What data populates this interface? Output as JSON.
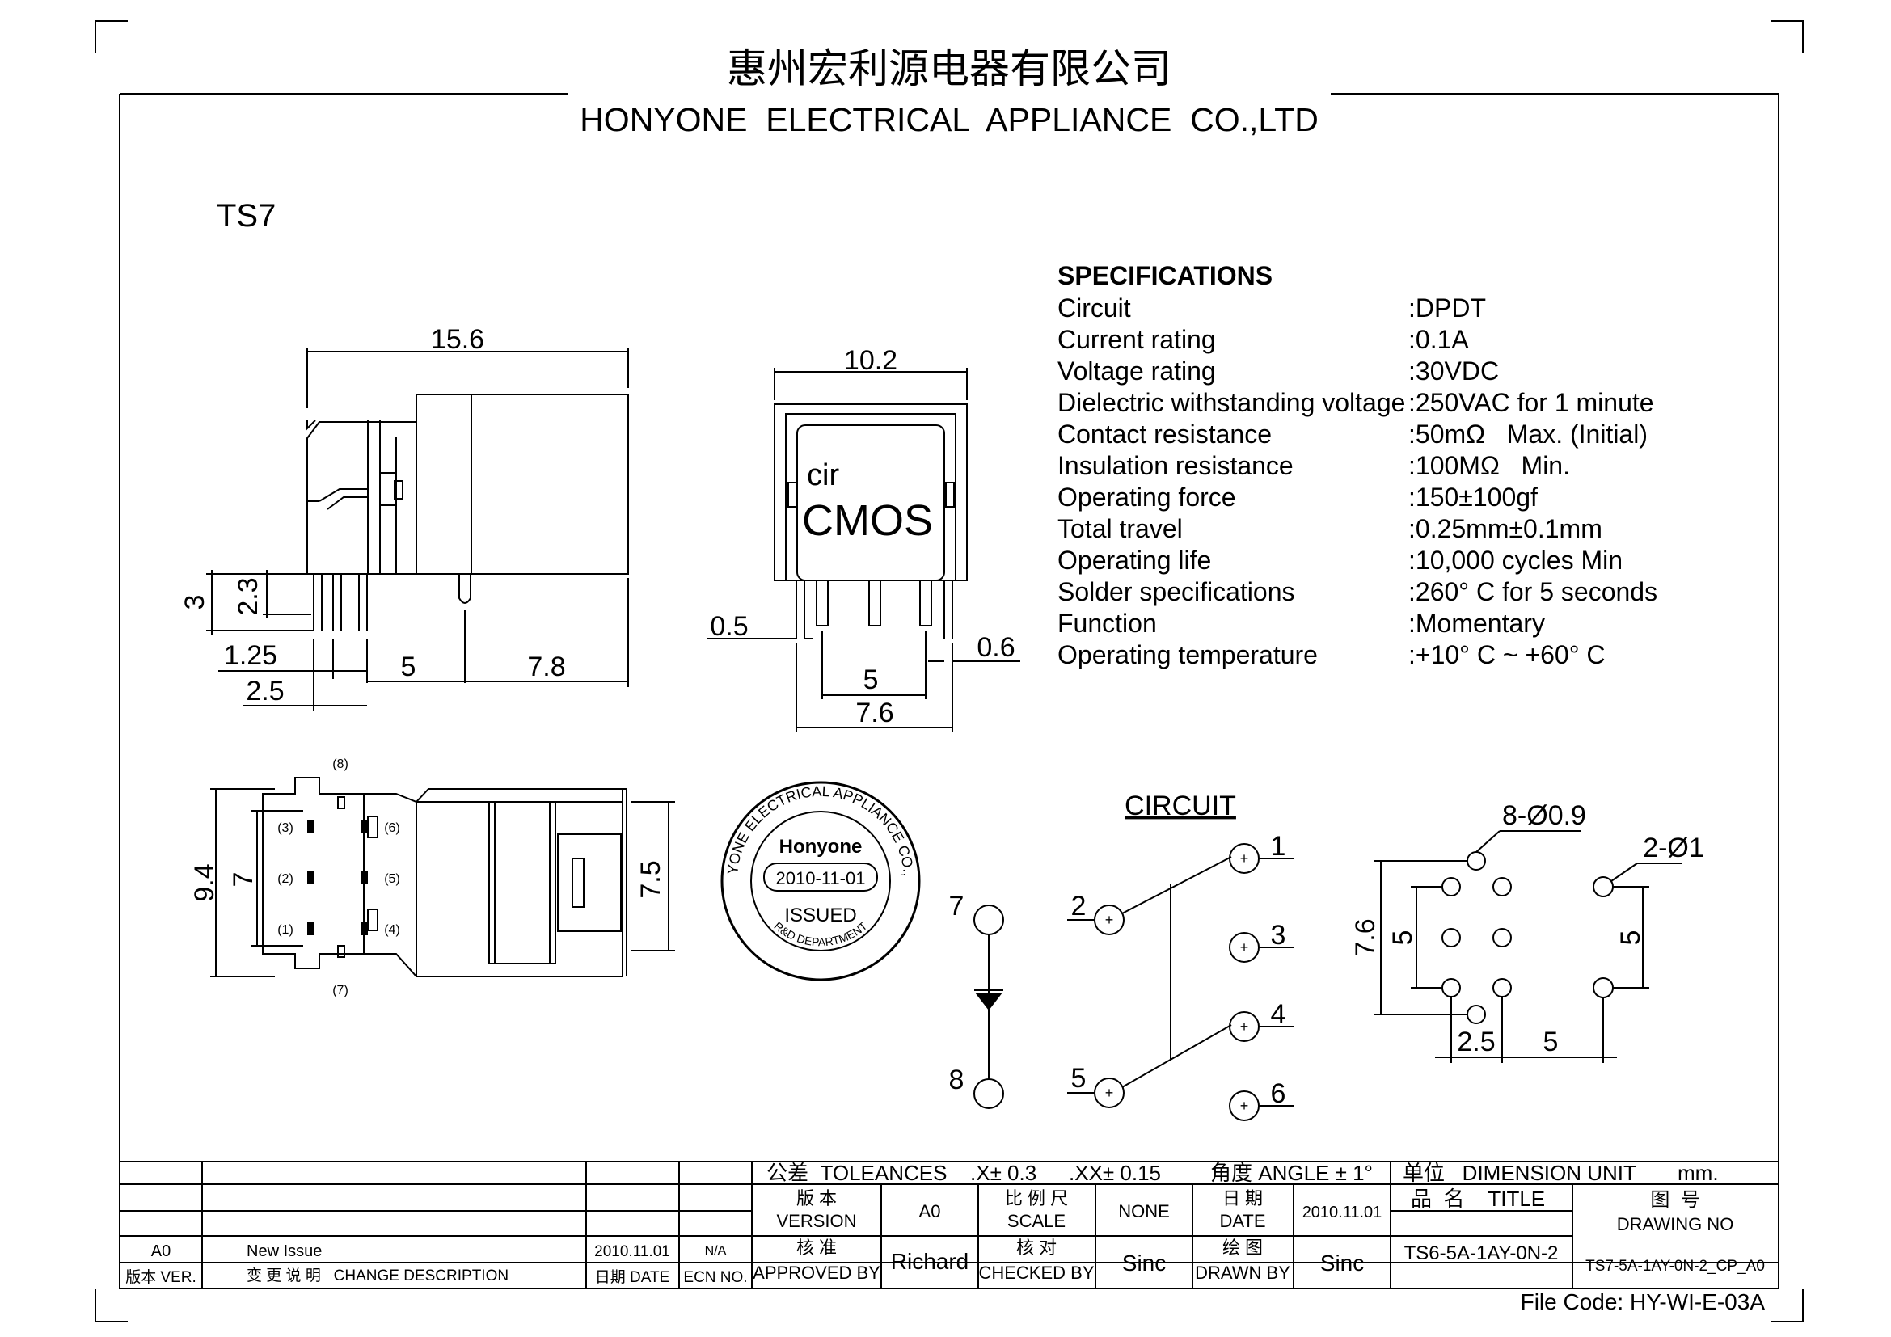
{
  "header": {
    "company_cn": "惠州宏利源电器有限公司",
    "company_en": "HONYONE  ELECTRICAL  APPLIANCE  CO.,LTD"
  },
  "model": "TS7",
  "specs": {
    "title": "SPECIFICATIONS",
    "rows": [
      {
        "label": "Circuit",
        "value": ":DPDT"
      },
      {
        "label": "Current rating",
        "value": ":0.1A"
      },
      {
        "label": "Voltage rating",
        "value": ":30VDC"
      },
      {
        "label": "Dielectric withstanding voltage",
        "value": ":250VAC for 1 minute"
      },
      {
        "label": "Contact resistance",
        "value": ":50mΩ   Max. (Initial)"
      },
      {
        "label": "Insulation resistance",
        "value": ":100MΩ   Min."
      },
      {
        "label": "Operating force",
        "value": ":150±100gf"
      },
      {
        "label": "Total travel",
        "value": ":0.25mm±0.1mm"
      },
      {
        "label": "Operating life",
        "value": ":10,000 cycles Min"
      },
      {
        "label": "Solder specifications",
        "value": ":260° C for 5 seconds"
      },
      {
        "label": "Function",
        "value": ":Momentary"
      },
      {
        "label": "Operating temperature",
        "value": ":+10° C ~ +60° C"
      }
    ]
  },
  "side_view": {
    "dim_length": "15.6",
    "dim_h1": "3",
    "dim_h2": "2.3",
    "dim_a": "1.25",
    "dim_b": "2.5",
    "dim_c": "5",
    "dim_d": "7.8"
  },
  "front_view": {
    "dim_width": "10.2",
    "cap_line1": "cir",
    "cap_line2": "CMOS",
    "dim_pin_w": "0.5",
    "dim_pin_w2": "0.6",
    "dim_pitch": "5",
    "dim_span": "7.6"
  },
  "top_view": {
    "dim_outer": "9.4",
    "dim_inner": "7",
    "dim_right": "7.5",
    "pins": [
      "(8)",
      "(3)",
      "(2)",
      "(1)",
      "(6)",
      "(5)",
      "(4)",
      "(7)"
    ]
  },
  "stamp": {
    "ring_text": "HONYONE ELECTRICAL APPLIANCE CO., LTD",
    "bottom_text": "R&D DEPARTMENT",
    "name": "Honyone",
    "date": "2010-11-01",
    "status": "ISSUED"
  },
  "circuit": {
    "title": "CIRCUIT",
    "labels": [
      "1",
      "2",
      "3",
      "4",
      "5",
      "6",
      "7",
      "8"
    ],
    "plus": "+"
  },
  "pcb": {
    "holes_small": "8-Ø0.9",
    "holes_large": "2-Ø1",
    "dim_v_outer": "7.6",
    "dim_v_left": "5",
    "dim_v_right": "5",
    "dim_h_a": "2.5",
    "dim_h_b": "5"
  },
  "title_block": {
    "tolerance_label": "公差  TOLEANCES",
    "tol_x": ".X± 0.3",
    "tol_xx": ".XX± 0.15",
    "angle": "角度 ANGLE ± 1°",
    "unit_label": "单位   DIMENSION UNIT",
    "unit_value": "mm.",
    "version_cn": "版 本",
    "version_en": "VERSION",
    "version_value": "A0",
    "scale_cn": "比 例 尺",
    "scale_en": "SCALE",
    "scale_value": "NONE",
    "date_cn": "日 期",
    "date_en": "DATE",
    "date_value": "2010.11.01",
    "title_label": "品  名    TITLE",
    "drawing_no_cn": "图  号",
    "drawing_no_en": "DRAWING NO",
    "approved_cn": "核 准",
    "approved_en": "APPROVED BY",
    "approved_value": "Richard",
    "checked_cn": "核 对",
    "checked_en": "CHECKED BY",
    "checked_value": "Sinc",
    "drawn_cn": "绘 图",
    "drawn_en": "DRAWN BY",
    "drawn_value": "Sinc",
    "title_value": "TS6-5A-1AY-0N-2",
    "drawing_no_value": "TS7-5A-1AY-0N-2_CP_A0",
    "rev_row": {
      "ver": "A0",
      "desc": "New Issue",
      "date": "2010.11.01",
      "ecn": "N/A"
    },
    "col_ver": "版本 VER.",
    "col_desc": "变 更 说 明   CHANGE DESCRIPTION",
    "col_date": "日期 DATE",
    "col_ecn": "ECN NO.",
    "file_code": "File Code: HY-WI-E-03A"
  }
}
